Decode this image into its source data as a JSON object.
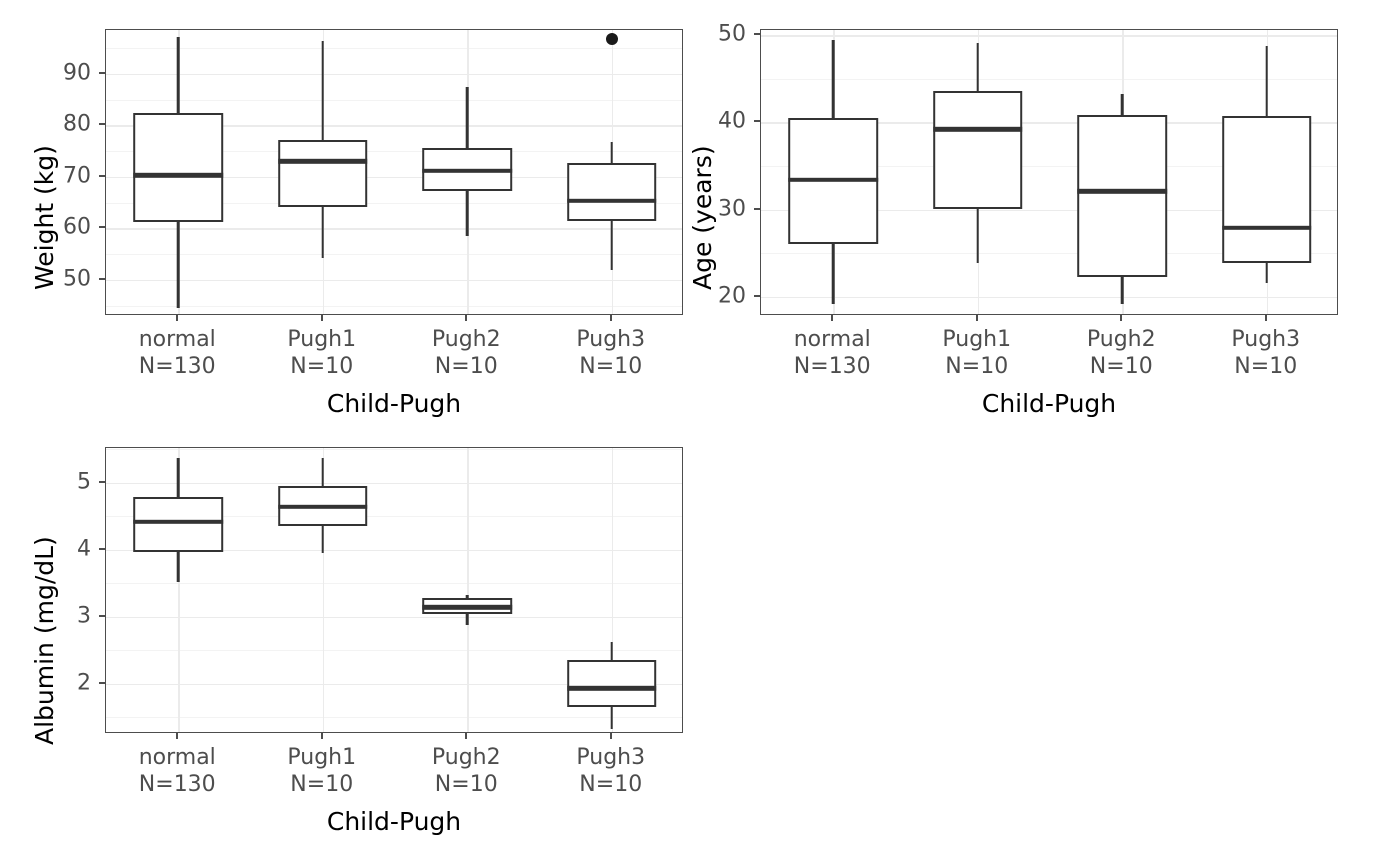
{
  "figure": {
    "type": "multi-panel-boxplot-figure",
    "panel_count": 3,
    "layout": "2x2 grid, bottom-right empty"
  },
  "shared": {
    "xlabel": "Child-Pugh",
    "categories": [
      "normal",
      "Pugh1",
      "Pugh2",
      "Pugh3"
    ],
    "counts": [
      "N=130",
      "N=10",
      "N=10",
      "N=10"
    ],
    "tick_labels": [
      {
        "name": "normal",
        "n": "N=130"
      },
      {
        "name": "Pugh1",
        "n": "N=10"
      },
      {
        "name": "Pugh2",
        "n": "N=10"
      },
      {
        "name": "Pugh3",
        "n": "N=10"
      }
    ],
    "colors": {
      "box_stroke": "#333333",
      "panel_border": "#4d4d4d",
      "grid_major": "#ebebeb",
      "grid_minor": "#f3f3f3",
      "axis_text": "#4d4d4d",
      "title_text": "#000000",
      "background": "#ffffff"
    }
  },
  "chart_data": [
    {
      "id": "weight",
      "type": "boxplot",
      "title": "",
      "xlabel": "Child-Pugh",
      "ylabel": "Weight (kg)",
      "categories": [
        "normal",
        "Pugh1",
        "Pugh2",
        "Pugh3"
      ],
      "counts": [
        130,
        10,
        10,
        10
      ],
      "ylim": [
        43.0,
        98.5
      ],
      "yticks": [
        50,
        60,
        70,
        80,
        90
      ],
      "ytick_labels": [
        "50",
        "60",
        "70",
        "80",
        "90"
      ],
      "yminor": [
        45,
        55,
        65,
        75,
        85,
        95
      ],
      "grid": true,
      "boxes": [
        {
          "category": "normal",
          "whisker_low": 44.5,
          "q1": 61.2,
          "median": 70.3,
          "q3": 82.3,
          "whisker_high": 97.2,
          "outliers": []
        },
        {
          "category": "Pugh1",
          "whisker_low": 54.2,
          "q1": 64.2,
          "median": 73.0,
          "q3": 77.1,
          "whisker_high": 96.4,
          "outliers": []
        },
        {
          "category": "Pugh2",
          "whisker_low": 58.5,
          "q1": 67.2,
          "median": 71.2,
          "q3": 75.6,
          "whisker_high": 87.5,
          "outliers": []
        },
        {
          "category": "Pugh3",
          "whisker_low": 52.0,
          "q1": 61.4,
          "median": 65.3,
          "q3": 72.7,
          "whisker_high": 76.8,
          "outliers": [
            96.7
          ]
        }
      ]
    },
    {
      "id": "age",
      "type": "boxplot",
      "title": "",
      "xlabel": "Child-Pugh",
      "ylabel": "Age (years)",
      "categories": [
        "normal",
        "Pugh1",
        "Pugh2",
        "Pugh3"
      ],
      "counts": [
        130,
        10,
        10,
        10
      ],
      "ylim": [
        17.8,
        50.6
      ],
      "yticks": [
        20,
        30,
        40,
        50
      ],
      "ytick_labels": [
        "20",
        "30",
        "40",
        "50"
      ],
      "yminor": [
        25,
        35,
        45
      ],
      "grid": true,
      "boxes": [
        {
          "category": "normal",
          "whisker_low": 19.2,
          "q1": 26.1,
          "median": 33.4,
          "q3": 40.5,
          "whisker_high": 49.5,
          "outliers": []
        },
        {
          "category": "Pugh1",
          "whisker_low": 23.9,
          "q1": 30.1,
          "median": 39.2,
          "q3": 43.6,
          "whisker_high": 49.1,
          "outliers": []
        },
        {
          "category": "Pugh2",
          "whisker_low": 19.2,
          "q1": 22.3,
          "median": 32.1,
          "q3": 40.8,
          "whisker_high": 43.3,
          "outliers": []
        },
        {
          "category": "Pugh3",
          "whisker_low": 21.6,
          "q1": 23.9,
          "median": 27.9,
          "q3": 40.7,
          "whisker_high": 48.8,
          "outliers": []
        }
      ]
    },
    {
      "id": "albumin",
      "type": "boxplot",
      "title": "",
      "xlabel": "Child-Pugh",
      "ylabel": "Albumin (mg/dL)",
      "categories": [
        "normal",
        "Pugh1",
        "Pugh2",
        "Pugh3"
      ],
      "counts": [
        130,
        10,
        10,
        10
      ],
      "ylim": [
        1.25,
        5.52
      ],
      "yticks": [
        2,
        3,
        4,
        5
      ],
      "ytick_labels": [
        "2",
        "3",
        "4",
        "5"
      ],
      "yminor": [
        1.5,
        2.5,
        3.5,
        4.5,
        5.5
      ],
      "grid": true,
      "boxes": [
        {
          "category": "normal",
          "whisker_low": 3.52,
          "q1": 3.97,
          "median": 4.42,
          "q3": 4.79,
          "whisker_high": 5.37,
          "outliers": []
        },
        {
          "category": "Pugh1",
          "whisker_low": 3.95,
          "q1": 4.35,
          "median": 4.64,
          "q3": 4.95,
          "whisker_high": 5.37,
          "outliers": []
        },
        {
          "category": "Pugh2",
          "whisker_low": 2.88,
          "q1": 3.04,
          "median": 3.14,
          "q3": 3.28,
          "whisker_high": 3.33,
          "outliers": []
        },
        {
          "category": "Pugh3",
          "whisker_low": 1.33,
          "q1": 1.65,
          "median": 1.93,
          "q3": 2.35,
          "whisker_high": 2.62,
          "outliers": []
        }
      ]
    }
  ]
}
